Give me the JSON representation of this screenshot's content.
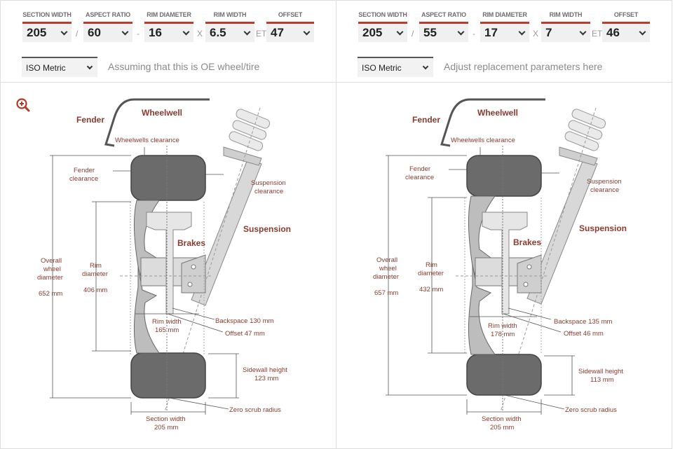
{
  "colors": {
    "accent": "#c0392b",
    "annotation": "#8b3a2e",
    "tire": "#6b6b6b"
  },
  "zoom_icon": "zoom-in-icon",
  "left": {
    "fields": [
      {
        "label": "SECTION WIDTH",
        "value": "205"
      },
      {
        "label": "ASPECT RATIO",
        "value": "60"
      },
      {
        "label": "RIM DIAMETER",
        "value": "16"
      },
      {
        "label": "RIM WIDTH",
        "value": "6.5"
      },
      {
        "label": "OFFSET",
        "value": "47"
      }
    ],
    "separators": [
      "/",
      "-",
      "X",
      "ET"
    ],
    "unit": "ISO Metric",
    "hint": "Assuming that this is OE wheel/tire",
    "diagram": {
      "fender": "Fender",
      "wheelwell": "Wheelwell",
      "wheelwells_clearance": "Wheelwells clearance",
      "fender_clearance_1": "Fender",
      "fender_clearance_2": "clearance",
      "suspension_clearance_1": "Suspension",
      "suspension_clearance_2": "clearance",
      "suspension": "Suspension",
      "brakes": "Brakes",
      "overall_1": "Overall",
      "overall_2": "wheel",
      "overall_3": "diameter",
      "overall_value": "652 mm",
      "rim_diameter_1": "Rim",
      "rim_diameter_2": "diameter",
      "rim_diameter_value": "406 mm",
      "rim_width_1": "Rim width",
      "rim_width_value": "165 mm",
      "backspace": "Backspace 130 mm",
      "offset": "Offset 47 mm",
      "sidewall_1": "Sidewall height",
      "sidewall_value": "123 mm",
      "zero_scrub": "Zero scrub radius",
      "section_width_1": "Section width",
      "section_width_value": "205 mm"
    }
  },
  "right": {
    "fields": [
      {
        "label": "SECTION WIDTH",
        "value": "205"
      },
      {
        "label": "ASPECT RATIO",
        "value": "55"
      },
      {
        "label": "RIM DIAMETER",
        "value": "17"
      },
      {
        "label": "RIM WIDTH",
        "value": "7"
      },
      {
        "label": "OFFSET",
        "value": "46"
      }
    ],
    "separators": [
      "/",
      "-",
      "X",
      "ET"
    ],
    "unit": "ISO Metric",
    "hint": "Adjust replacement parameters here",
    "diagram": {
      "fender": "Fender",
      "wheelwell": "Wheelwell",
      "wheelwells_clearance": "Wheelwells clearance",
      "fender_clearance_1": "Fender",
      "fender_clearance_2": "clearance",
      "suspension_clearance_1": "Suspension",
      "suspension_clearance_2": "clearance",
      "suspension": "Suspension",
      "brakes": "Brakes",
      "overall_1": "Overall",
      "overall_2": "wheel",
      "overall_3": "diameter",
      "overall_value": "657 mm",
      "rim_diameter_1": "Rim",
      "rim_diameter_2": "diameter",
      "rim_diameter_value": "432 mm",
      "rim_width_1": "Rim width",
      "rim_width_value": "178 mm",
      "backspace": "Backspace 135 mm",
      "offset": "Offset 46 mm",
      "sidewall_1": "Sidewall height",
      "sidewall_value": "113 mm",
      "zero_scrub": "Zero scrub radius",
      "section_width_1": "Section width",
      "section_width_value": "205 mm"
    }
  }
}
